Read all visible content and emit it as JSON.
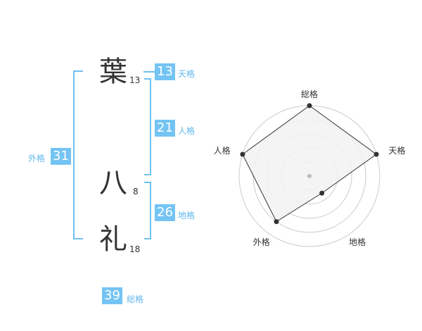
{
  "name": {
    "chars": [
      {
        "char": "葉",
        "strokes": "13"
      },
      {
        "char": "八",
        "strokes": "8"
      },
      {
        "char": "礼",
        "strokes": "18"
      }
    ]
  },
  "kakusu": {
    "tenkaku": {
      "value": "13",
      "label": "天格"
    },
    "jinkaku": {
      "value": "21",
      "label": "人格"
    },
    "chikaku": {
      "value": "26",
      "label": "地格"
    },
    "gaikaku": {
      "value": "31",
      "label": "外格"
    },
    "soukaku": {
      "value": "39",
      "label": "総格"
    }
  },
  "chart_data": {
    "type": "radar",
    "axes": [
      "総格",
      "天格",
      "地格",
      "外格",
      "人格"
    ],
    "values": [
      5,
      5,
      1.5,
      4,
      5
    ],
    "max": 5,
    "rings": 5,
    "fill": "#f2f2f2",
    "stroke": "#333333",
    "grid": "#cccccc"
  },
  "colors": {
    "accent": "#74c4f3",
    "label": "#62b8ec"
  }
}
